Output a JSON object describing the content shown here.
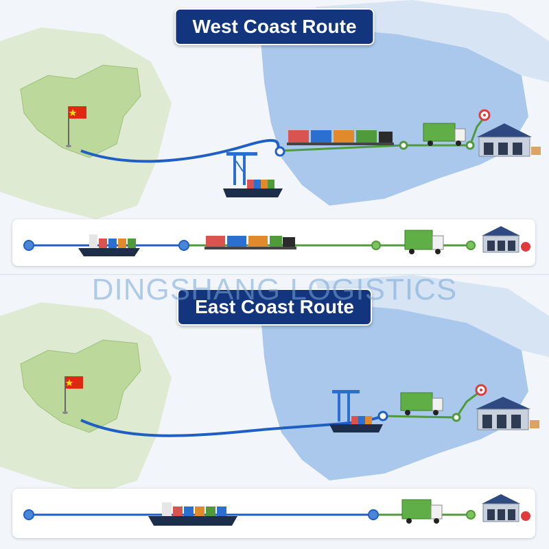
{
  "panels": {
    "west": {
      "title": "West Coast Route"
    },
    "east": {
      "title": "East Coast Route"
    }
  },
  "watermark": "DINGSHANG LOGISTICS",
  "colors": {
    "ocean_route": "#1f5fc4",
    "land_route": "#4f9a3a",
    "destination": "#e03a3a",
    "badge": "#12357e",
    "china_land": "#bcd89a",
    "usa_land": "#a9c8ec"
  },
  "icons": {
    "origin": "china-flag-icon",
    "port": "port-crane-icon",
    "sea": "cargo-ship-icon",
    "rail": "freight-train-icon",
    "road": "truck-icon",
    "destination": "warehouse-icon"
  }
}
